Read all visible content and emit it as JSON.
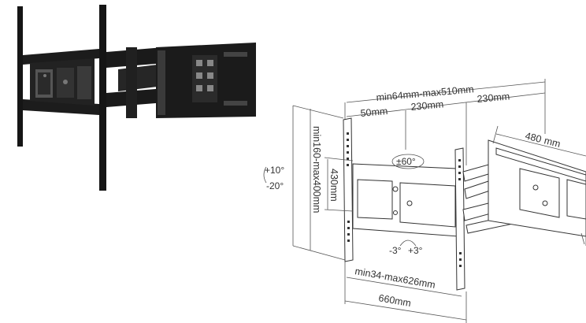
{
  "photo": {
    "icon": "tv-wall-mount-photo"
  },
  "drawing": {
    "dimensions": {
      "overall_span": "min64mm-max510mm",
      "segment_left": "50mm",
      "segment_mid": "230mm",
      "segment_right": "230mm",
      "depth_plate": "480",
      "depth_plate_unit": "mm",
      "height_inner": "430mm",
      "height_range": "min160-max400mm",
      "width_range": "min34-max626mm",
      "width_total": "660mm"
    },
    "rotations": {
      "swivel": "±60°",
      "tilt_up": "+10°",
      "tilt_down": "-20°",
      "level_left": "-3°",
      "level_right": "+3°"
    }
  }
}
